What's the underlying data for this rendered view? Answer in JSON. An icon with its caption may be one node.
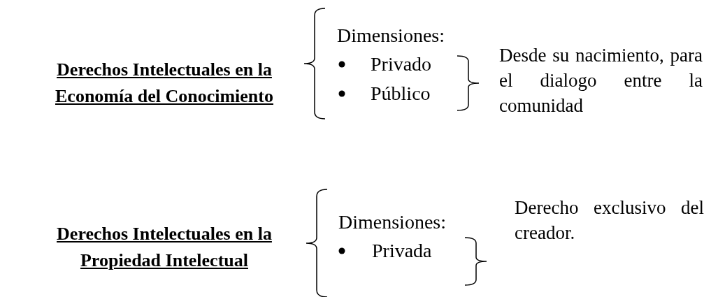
{
  "diagram": {
    "labels": [
      "Derechos Intelectuales en la Economía del Conocimiento",
      "Dimensiones:",
      "Privado",
      "Público",
      "Desde su nacimiento, para el dialogo entre la comunidad",
      "Derechos Intelectuales en la Propiedad Intelectual",
      "Dimensiones:",
      "Privada",
      "Derecho exclusivo del creador."
    ]
  }
}
